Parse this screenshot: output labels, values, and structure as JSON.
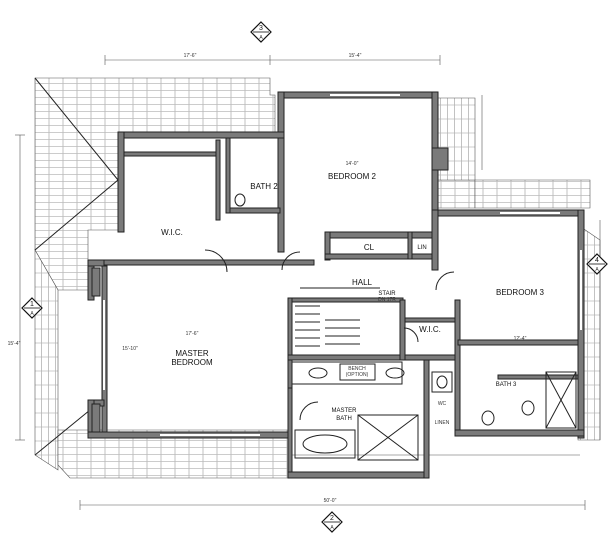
{
  "rooms": {
    "bedroom2": "BEDROOM 2",
    "bath2": "BATH 2",
    "wic1": "W.I.C.",
    "cl": "CL",
    "lin": "LIN",
    "hall": "HALL",
    "stair": "STAIR",
    "stair_sub": "DN 17R",
    "bedroom3": "BEDROOM 3",
    "master1": "MASTER",
    "master2": "BEDROOM",
    "wic2": "W.I.C.",
    "bath3": "BATH 3",
    "masterbath1": "MASTER",
    "masterbath2": "BATH",
    "wc": "WC",
    "linen": "LINEN",
    "bench1": "BENCH",
    "bench2": "(OPTION)"
  },
  "markers": {
    "top_num": "3",
    "top_sub": "A",
    "bottom_num": "2",
    "bottom_sub": "A",
    "left_num": "1",
    "left_sub": "A",
    "right_num": "4",
    "right_sub": "A"
  },
  "dims": {
    "top_left": "17'-6\"",
    "top_right": "15'-4\"",
    "bottom": "50'-0\"",
    "master_w": "17'-6\"",
    "master_h": "15'-10\"",
    "bed2_w": "14'-0\"",
    "bed3_h": "12'-4\"",
    "left_total": "15'-4\""
  }
}
